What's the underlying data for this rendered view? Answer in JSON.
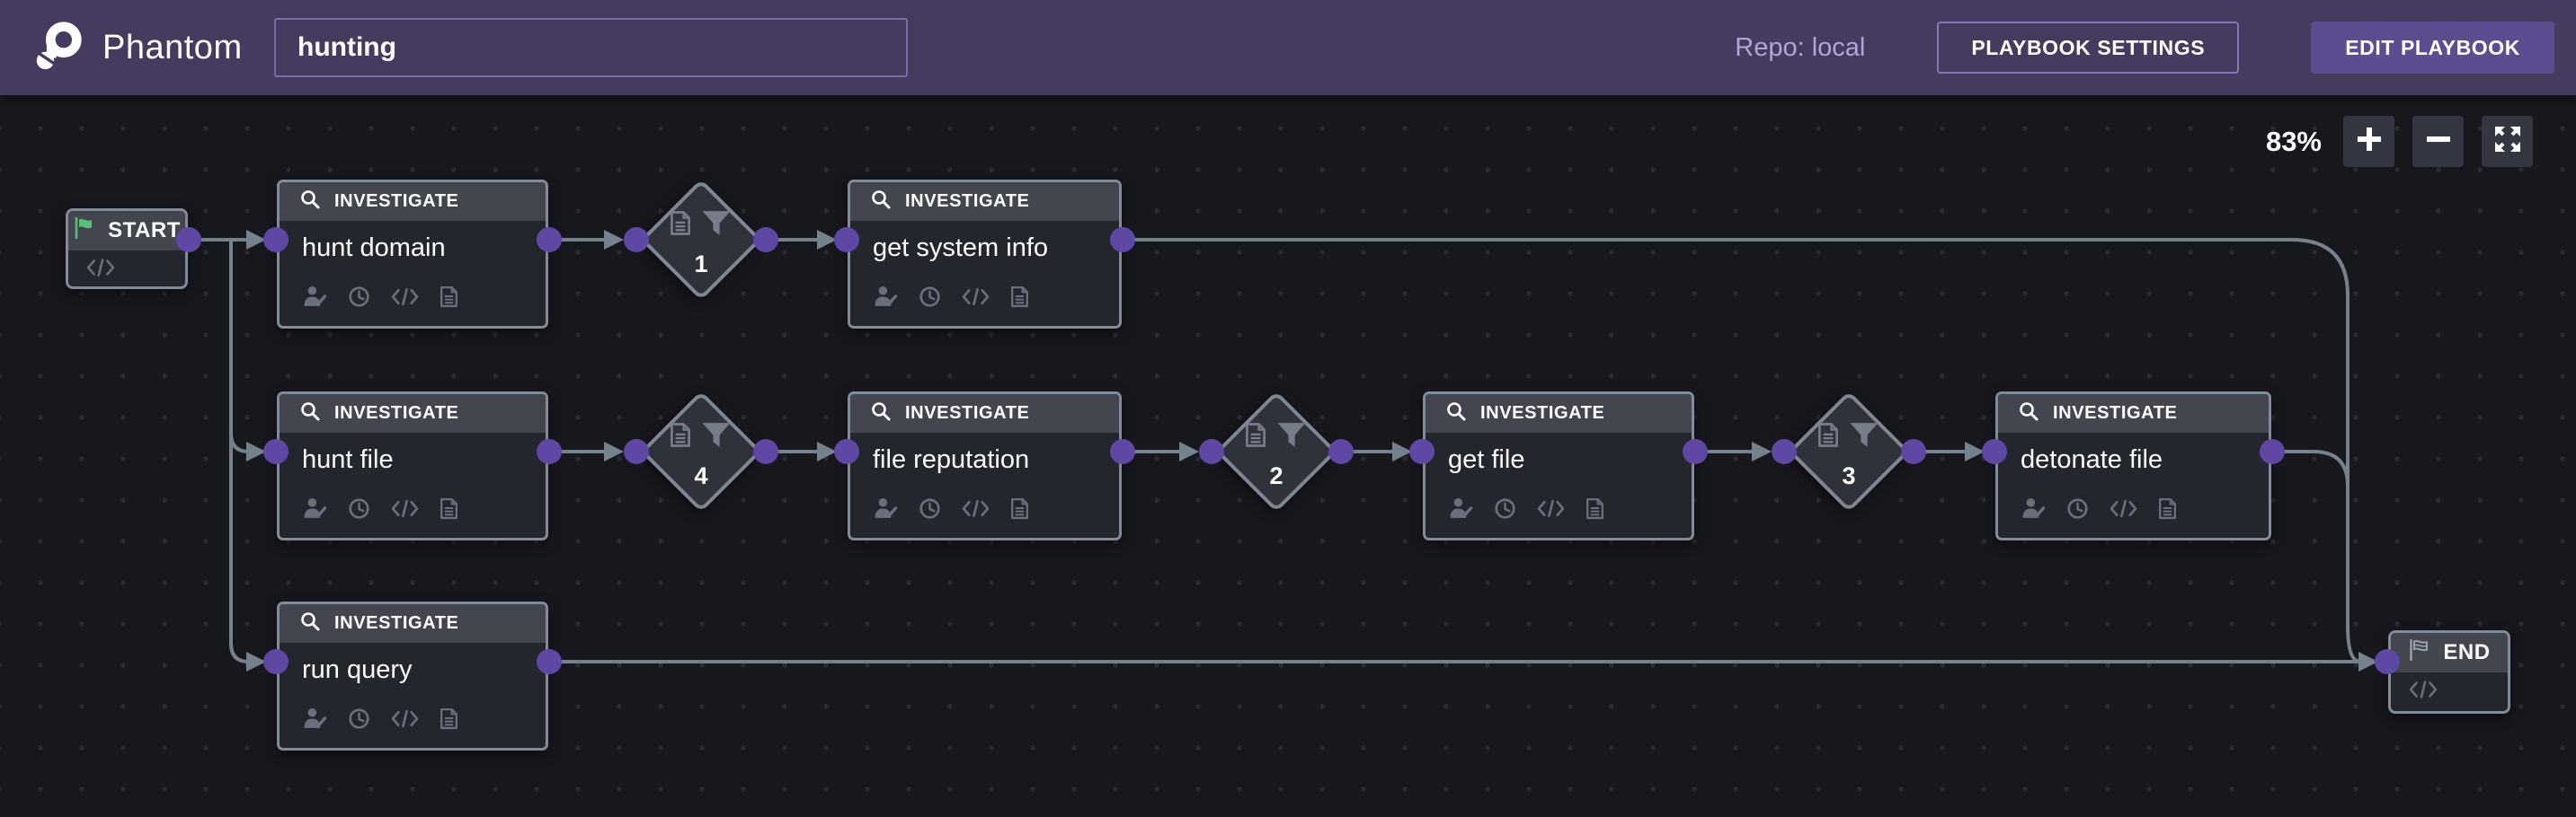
{
  "topbar": {
    "brand": "Phantom",
    "playbook_name": "hunting",
    "repo": "Repo: local",
    "settings_button": "PLAYBOOK SETTINGS",
    "edit_button": "EDIT PLAYBOOK"
  },
  "controls": {
    "zoom_level": "83%"
  },
  "nodes": {
    "start": {
      "label": "START"
    },
    "end": {
      "label": "END"
    },
    "actions": [
      {
        "type": "INVESTIGATE",
        "title": "hunt domain"
      },
      {
        "type": "INVESTIGATE",
        "title": "get system info"
      },
      {
        "type": "INVESTIGATE",
        "title": "hunt file"
      },
      {
        "type": "INVESTIGATE",
        "title": "file reputation"
      },
      {
        "type": "INVESTIGATE",
        "title": "get file"
      },
      {
        "type": "INVESTIGATE",
        "title": "detonate file"
      },
      {
        "type": "INVESTIGATE",
        "title": "run query"
      }
    ],
    "filters": [
      {
        "label": "1"
      },
      {
        "label": "4"
      },
      {
        "label": "2"
      },
      {
        "label": "3"
      }
    ]
  },
  "colors": {
    "topbar": "#463b5f",
    "accent_button": "#5c4c90",
    "port_purple": "#5f48a3",
    "edge_gray": "#76818e",
    "start_flag_green": "#5bbd7b",
    "canvas": "#17171e"
  }
}
